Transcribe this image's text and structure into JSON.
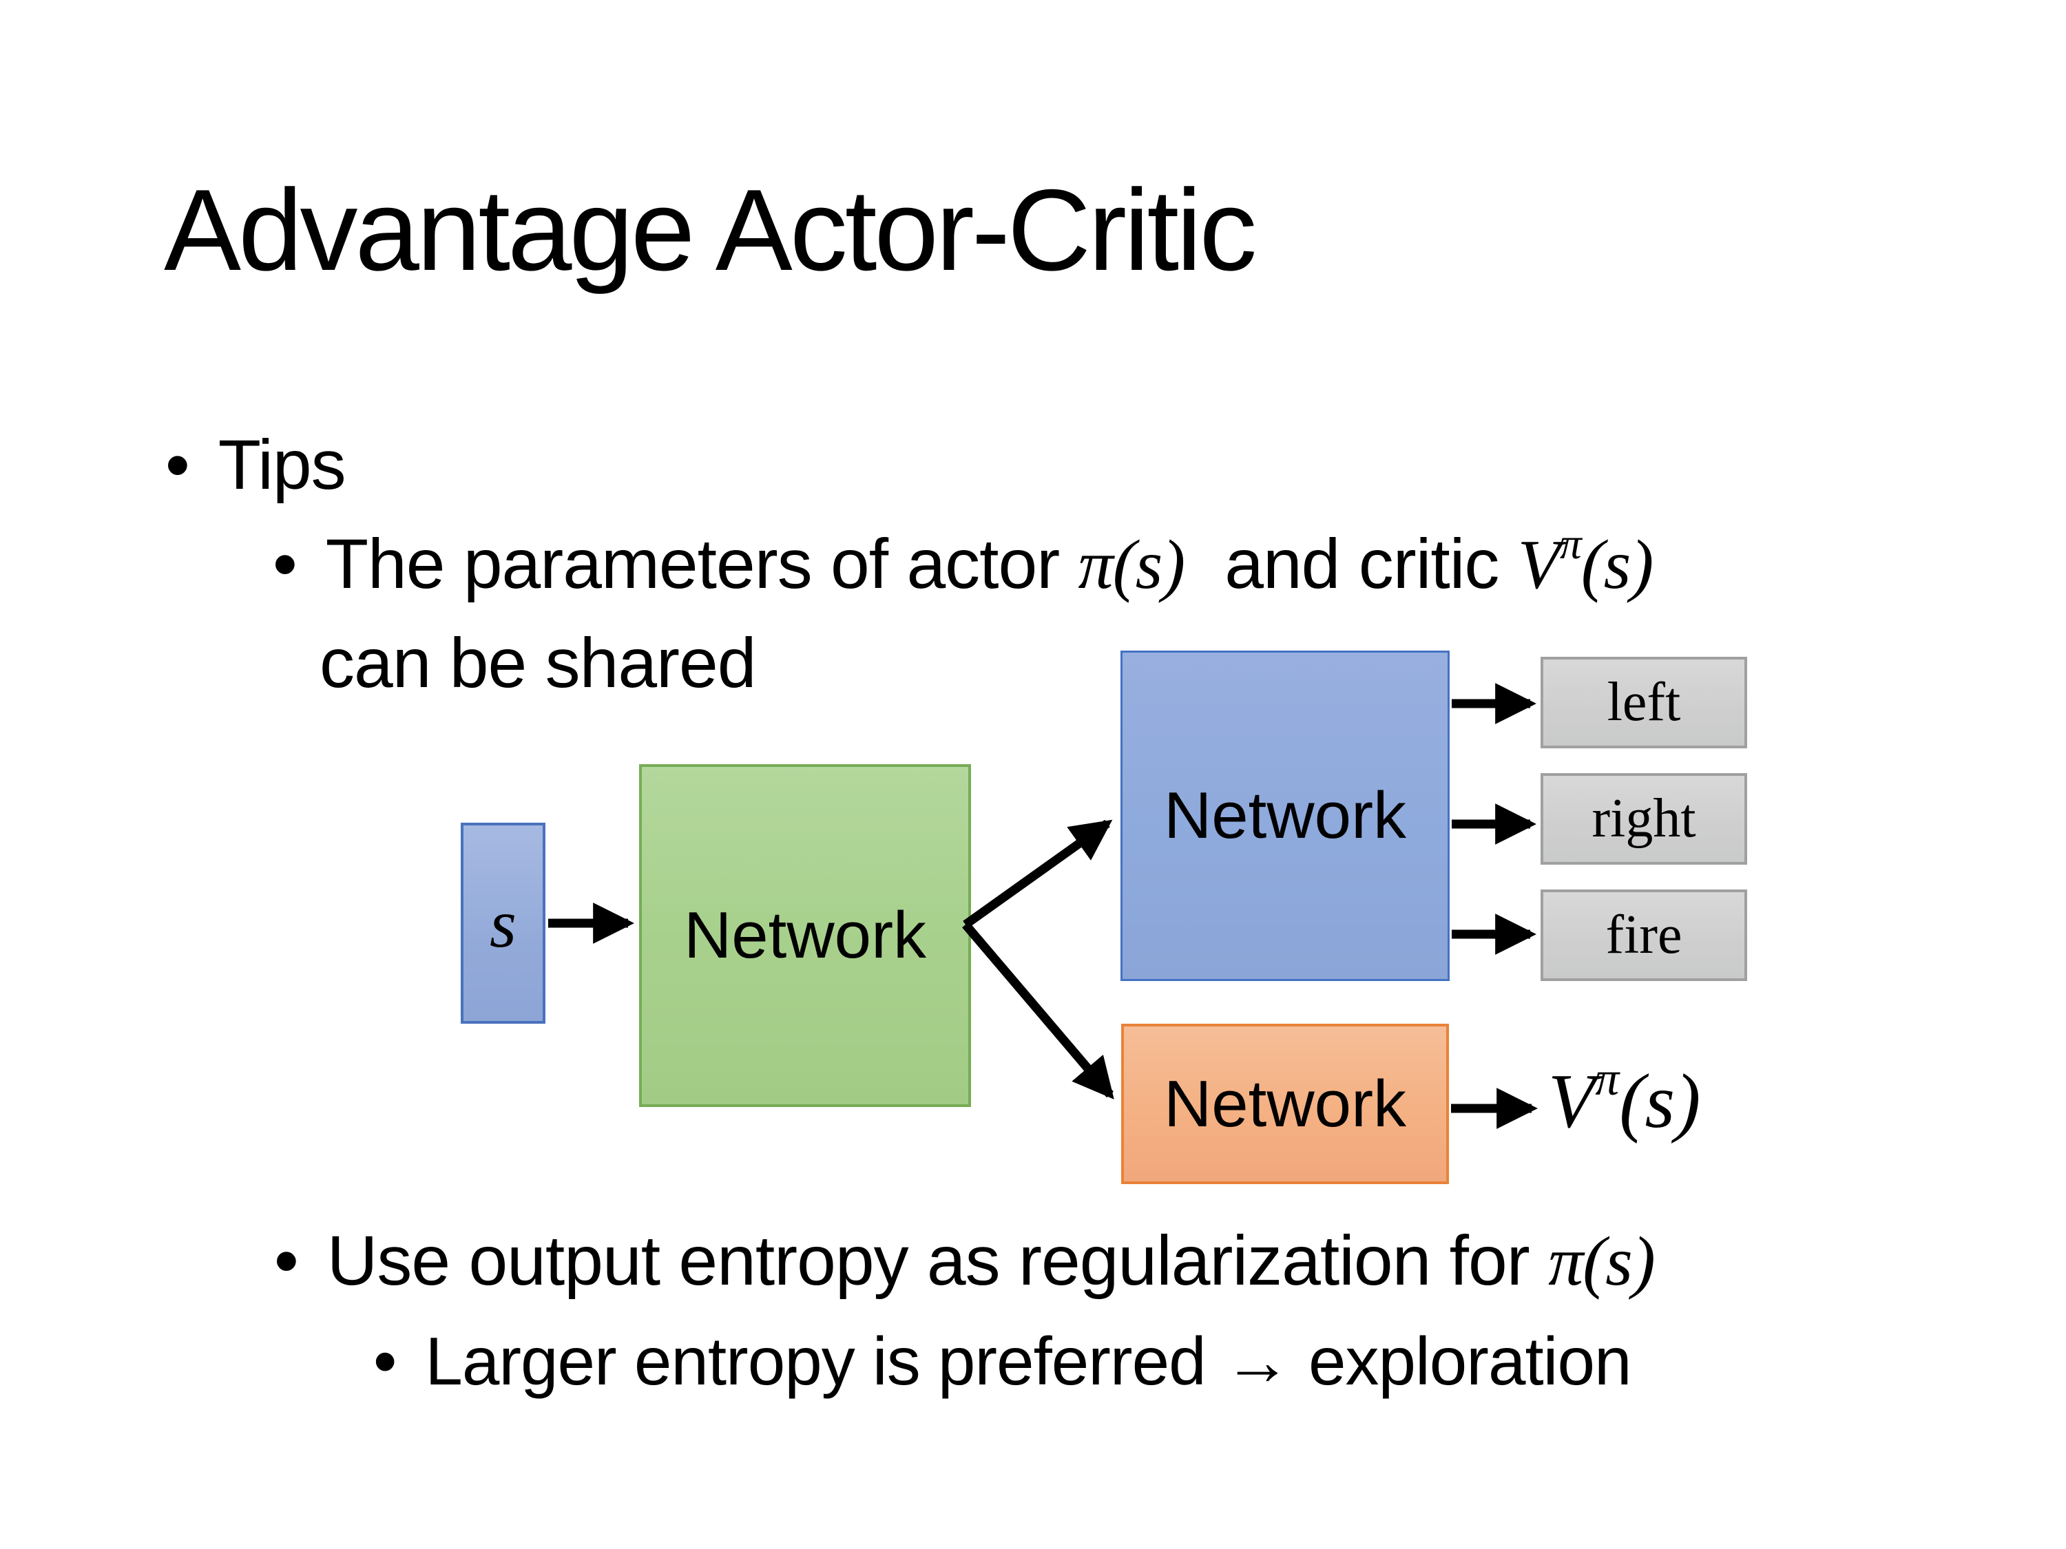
{
  "slide": {
    "title": "Advantage Actor-Critic",
    "bullet_marker": "•",
    "bullets": {
      "tips": "Tips",
      "params_prefix": "The parameters of actor ",
      "params_actor_math": "π(s)",
      "params_middle": " and critic ",
      "params_critic_base": "V",
      "params_critic_sup": "π",
      "params_critic_args": "(s)",
      "params_line2": "can be shared",
      "entropy_prefix": "Use output entropy as regularization for ",
      "entropy_math": "π(s)",
      "larger_entropy": "Larger entropy is preferred → exploration"
    }
  },
  "diagram": {
    "input_label": "s",
    "shared_network_label": "Network",
    "actor_network_label": "Network",
    "critic_network_label": "Network",
    "actions": [
      "left",
      "right",
      "fire"
    ],
    "critic_output": {
      "base": "V",
      "sup": "π",
      "args": "(s)"
    },
    "colors": {
      "input_fill": "#93aad9",
      "input_border": "#4a72bd",
      "shared_fill": "#a9d18e",
      "shared_border": "#77ac56",
      "actor_fill": "#8faadc",
      "actor_border": "#4472c4",
      "critic_fill": "#f4b183",
      "critic_border": "#e8833a",
      "action_fill": "#cfcfd0",
      "action_border": "#a0a0a0",
      "arrow": "#000000",
      "text": "#000000",
      "background": "#ffffff"
    }
  }
}
